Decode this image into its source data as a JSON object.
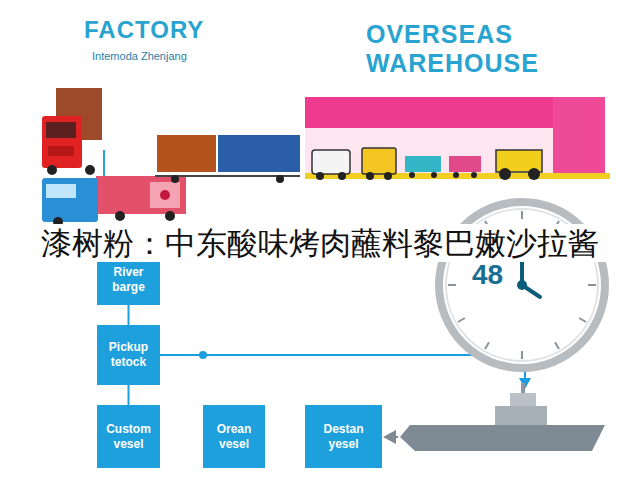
{
  "diagram": {
    "nodes": [
      {
        "text": [
          "River barge"
        ]
      },
      {
        "text": [
          "Pickup tetock"
        ]
      },
      {
        "text": [
          "Custom vesel"
        ]
      },
      {
        "text": [
          "Orean vesel"
        ]
      },
      {
        "text": [
          "Destan yesel"
        ]
      },
      {
        "text": [
          "48"
        ]
      }
    ],
    "edges": [
      {
        "from": 0,
        "to": 1,
        "arrow": "none"
      },
      {
        "from": 1,
        "to": 2,
        "arrow": "none"
      }
    ],
    "labels": [
      "FACTORY",
      "Intemoda Zhenjang",
      "OVERSEAS WAREHOUSE",
      "漆树粉：中东酸味烤肉蘸料黎巴嫩沙拉酱"
    ]
  }
}
